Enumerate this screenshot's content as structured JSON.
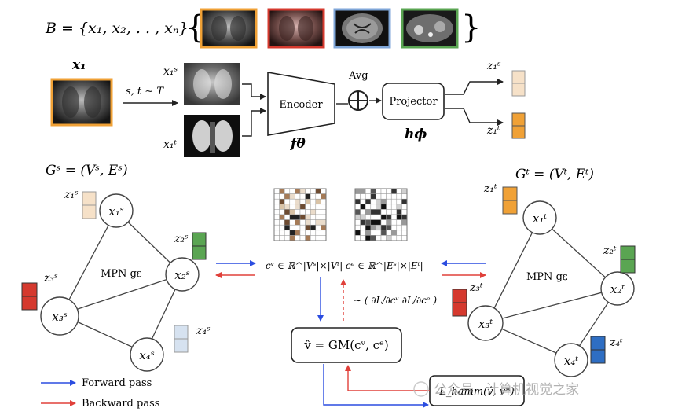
{
  "header": {
    "batch_formula": "B = {x₁, x₂, . . , xₙ}",
    "input_label": "x₁",
    "augment_label": "s, t ∼ T",
    "view_s_label": "x₁ˢ",
    "view_t_label": "x₁ᵗ",
    "avg_label": "Avg",
    "plus_symbol": "⊕",
    "z_s_label": "z₁ˢ",
    "z_t_label": "z₁ᵗ"
  },
  "encoder": {
    "label": "Encoder",
    "symbol": "fθ"
  },
  "projector": {
    "label": "Projector",
    "symbol": "hϕ"
  },
  "graph_s": {
    "title": "Gˢ = (Vˢ, Eˢ)",
    "mpn_label": "MPN gε",
    "nodes": [
      "x₁ˢ",
      "x₂ˢ",
      "x₃ˢ",
      "x₄ˢ"
    ],
    "z_labels": [
      "z₁ˢ",
      "z₂ˢ",
      "z₃ˢ",
      "z₄ˢ"
    ]
  },
  "graph_t": {
    "title": "Gᵗ = (Vᵗ, Eᵗ)",
    "mpn_label": "MPN gε",
    "nodes": [
      "x₁ᵗ",
      "x₂ᵗ",
      "x₃ᵗ",
      "x₄ᵗ"
    ],
    "z_labels": [
      "z₁ᵗ",
      "z₂ᵗ",
      "z₃ᵗ",
      "z₄ᵗ"
    ]
  },
  "center": {
    "cv_label": "cᵛ ∈ ℝ^|Vˢ|×|Vᵗ|",
    "ce_label": "cᵉ ∈ ℝ^|Eˢ|×|Eᵗ|",
    "gradient_label": "∼ ( ∂L/∂cᵛ   ∂L/∂cᵉ )",
    "gm_label": "v̂ = GM(cᵛ, cᵉ)",
    "loss_label": "L_hamm(v̂, v*)"
  },
  "legend": {
    "forward_label": "Forward pass",
    "backward_label": "Backward pass"
  },
  "watermark": {
    "text": "公众号 · 计算机视觉之家"
  },
  "colors": {
    "forward": "#2b4de0",
    "backward": "#e0403a",
    "orange_light": "#f6e1c8",
    "orange_dark": "#f0a136",
    "green": "#5aa552",
    "red": "#d5392e",
    "blue_light": "#d6e2f0",
    "blue_dark": "#2e6ec3"
  }
}
